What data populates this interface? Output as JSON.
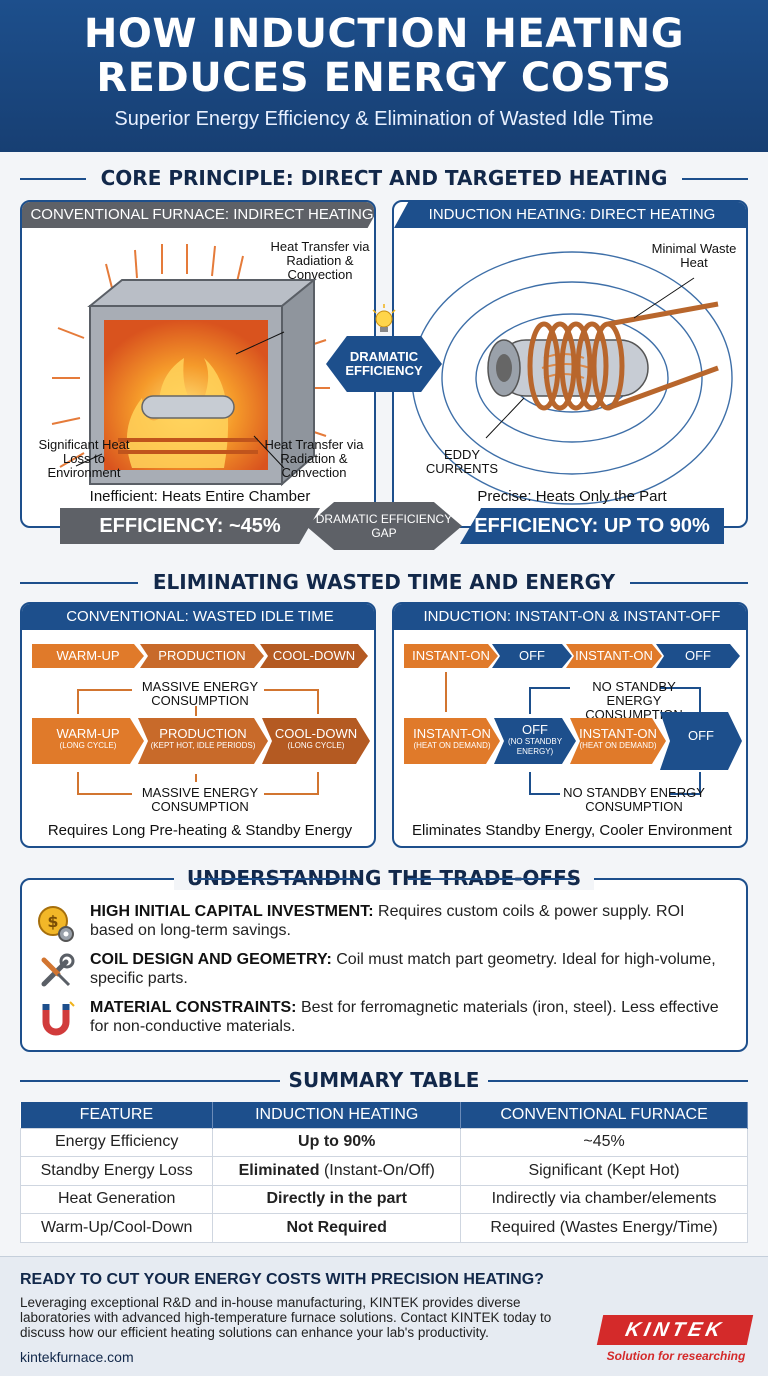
{
  "header": {
    "title_line1": "HOW INDUCTION HEATING",
    "title_line2": "REDUCES ENERGY COSTS",
    "subtitle": "Superior Energy Efficiency & Elimination of Wasted Idle Time"
  },
  "core": {
    "section_title": "CORE PRINCIPLE: DIRECT AND TARGETED HEATING",
    "left_tab": "CONVENTIONAL FURNACE: INDIRECT HEATING",
    "right_tab": "INDUCTION HEATING: DIRECT HEATING",
    "left_label_top": "Heat Transfer via Radiation & Convection",
    "left_label_loss": "Significant Heat Loss to Environment",
    "left_label_bottom": "Heat Transfer via Radiation & Convection",
    "left_caption": "Inefficient: Heats Entire Chamber",
    "right_label_waste": "Minimal Waste Heat",
    "right_label_eddy": "EDDY CURRENTS",
    "right_caption": "Precise: Heats Only the Part",
    "center_arrow": "DRAMATIC EFFICIENCY",
    "left_efficiency": "EFFICIENCY: ~45%",
    "right_efficiency": "EFFICIENCY: UP TO 90%",
    "gap_arrow": "DRAMATIC EFFICIENCY GAP"
  },
  "time": {
    "section_title": "ELIMINATING WASTED TIME AND ENERGY",
    "left_tab": "CONVENTIONAL: WASTED IDLE TIME",
    "right_tab": "INDUCTION: INSTANT-ON & INSTANT-OFF",
    "left_top": [
      "WARM-UP",
      "PRODUCTION",
      "COOL-DOWN"
    ],
    "left_massive_top": "MASSIVE ENERGY CONSUMPTION",
    "left_big": [
      {
        "main": "WARM-UP",
        "sub": "(LONG CYCLE)"
      },
      {
        "main": "PRODUCTION",
        "sub": "(KEPT HOT, IDLE PERIODS)"
      },
      {
        "main": "COOL-DOWN",
        "sub": "(LONG CYCLE)"
      }
    ],
    "left_massive_bottom": "MASSIVE ENERGY CONSUMPTION",
    "left_caption": "Requires Long Pre-heating & Standby Energy",
    "right_top": [
      "INSTANT-ON",
      "OFF",
      "INSTANT-ON",
      "OFF"
    ],
    "right_no_standby_top": "NO STANDBY ENERGY CONSUMPTION",
    "right_big": [
      {
        "main": "INSTANT-ON",
        "sub": "(HEAT ON DEMAND)"
      },
      {
        "main": "OFF",
        "sub": "(NO STANDBY ENERGY)"
      },
      {
        "main": "INSTANT-ON",
        "sub": "(HEAT ON DEMAND)"
      },
      {
        "main": "OFF",
        "sub": ""
      }
    ],
    "right_no_standby_bottom": "NO STANDBY ENERGY CONSUMPTION",
    "right_caption": "Eliminates Standby Energy, Cooler Environment"
  },
  "tradeoffs": {
    "section_title": "UNDERSTANDING THE TRADE-OFFS",
    "items": [
      {
        "icon": "coin-gear-icon",
        "title": "HIGH INITIAL CAPITAL INVESTMENT:",
        "text": "Requires custom coils & power supply. ROI based on long-term savings."
      },
      {
        "icon": "wrench-screwdriver-icon",
        "title": "COIL DESIGN AND GEOMETRY:",
        "text": "Coil must match part geometry. Ideal for high-volume, specific parts."
      },
      {
        "icon": "magnet-icon",
        "title": "MATERIAL CONSTRAINTS:",
        "text": "Best for ferromagnetic materials (iron, steel). Less effective for non-conductive materials."
      }
    ]
  },
  "summary": {
    "section_title": "SUMMARY TABLE",
    "headers": [
      "FEATURE",
      "INDUCTION HEATING",
      "CONVENTIONAL FURNACE"
    ],
    "rows": [
      {
        "feature": "Energy Efficiency",
        "induction_bold": "Up to 90%",
        "induction_rest": "",
        "conventional": "~45%"
      },
      {
        "feature": "Standby Energy Loss",
        "induction_bold": "Eliminated",
        "induction_rest": " (Instant-On/Off)",
        "conventional": "Significant (Kept Hot)"
      },
      {
        "feature": "Heat Generation",
        "induction_bold": "Directly in the part",
        "induction_rest": "",
        "conventional": "Indirectly via chamber/elements"
      },
      {
        "feature": "Warm-Up/Cool-Down",
        "induction_bold": "Not Required",
        "induction_rest": "",
        "conventional": "Required (Wastes Energy/Time)"
      }
    ]
  },
  "footer": {
    "heading": "READY TO CUT YOUR ENERGY COSTS WITH PRECISION HEATING?",
    "body": "Leveraging exceptional R&D and in-house manufacturing, KINTEK provides diverse laboratories with advanced high-temperature furnace solutions. Contact KINTEK today to discuss how our efficient heating solutions can enhance your lab's productivity.",
    "url": "kintekfurnace.com",
    "logo_text": "KINTEK",
    "logo_tagline": "Solution for researching"
  },
  "colors": {
    "brand_blue": "#1d4f8c",
    "gray": "#5e6167",
    "orange": "#e07a2a",
    "logo_red": "#d42a2a"
  }
}
